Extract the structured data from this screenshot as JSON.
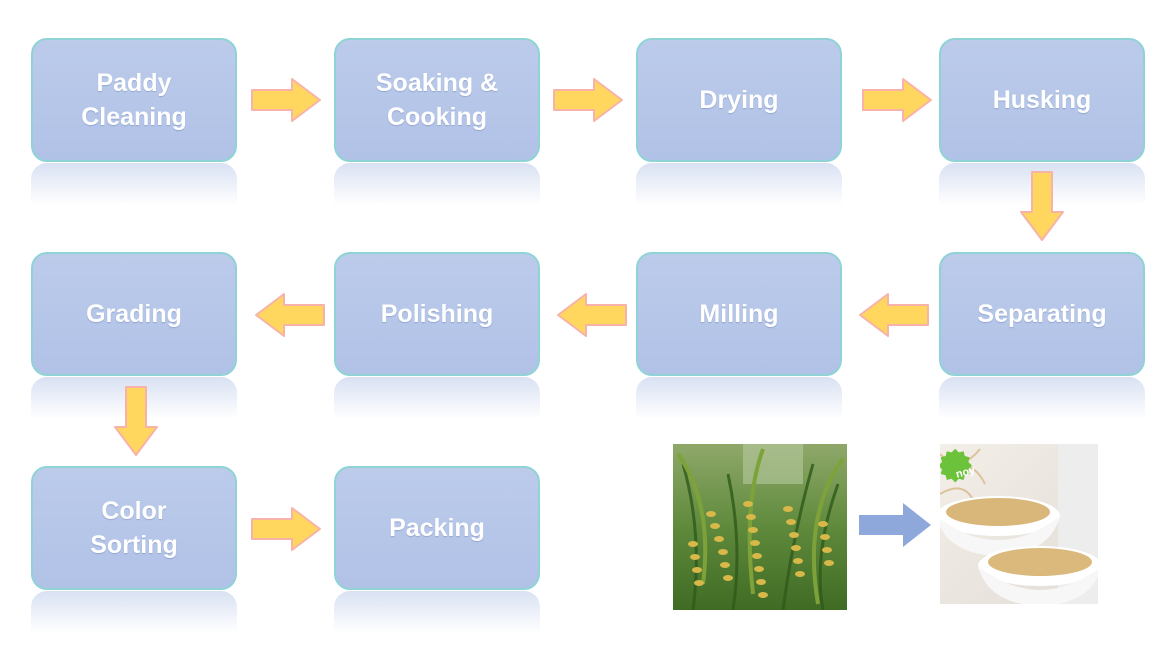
{
  "steps": {
    "paddy_cleaning": "Paddy\nCleaning",
    "soaking_cooking": "Soaking &\nCooking",
    "drying": "Drying",
    "husking": "Husking",
    "separating": "Separating",
    "milling": "Milling",
    "polishing": "Polishing",
    "grading": "Grading",
    "color_sorting": "Color\nSorting",
    "packing": "Packing"
  },
  "images": {
    "paddy_photo": "rice-paddy-photo",
    "rice_photo": "parboiled-rice-bowls-photo",
    "brand_badge": "noy"
  },
  "colors": {
    "box_fill": "#b4c5e8",
    "box_border": "#8fd3d6",
    "arrow_fill": "#ffd75e",
    "arrow_glow": "#f7a8a0",
    "result_arrow": "#8ea8dc"
  }
}
